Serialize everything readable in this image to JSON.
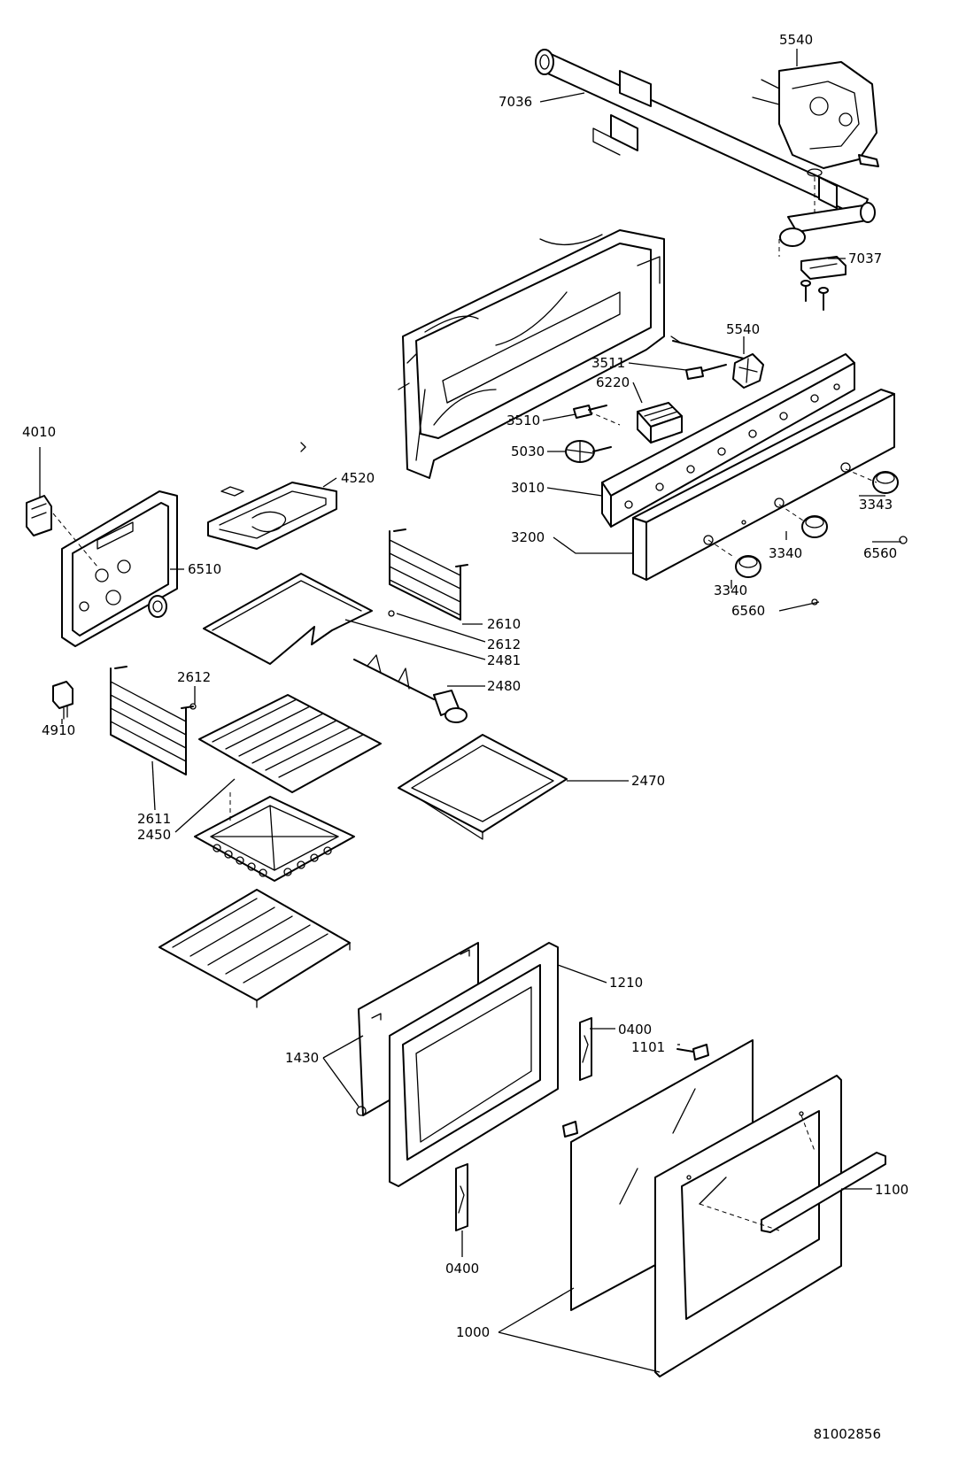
{
  "diagram_code": "81002856",
  "labels": [
    {
      "id": "l-5540-top",
      "text": "5540"
    },
    {
      "id": "l-7036",
      "text": "7036"
    },
    {
      "id": "l-7037",
      "text": "7037"
    },
    {
      "id": "l-5540-mid",
      "text": "5540"
    },
    {
      "id": "l-3511",
      "text": "3511"
    },
    {
      "id": "l-6220",
      "text": "6220"
    },
    {
      "id": "l-3510",
      "text": "3510"
    },
    {
      "id": "l-5030",
      "text": "5030"
    },
    {
      "id": "l-3010",
      "text": "3010"
    },
    {
      "id": "l-3343",
      "text": "3343"
    },
    {
      "id": "l-3200",
      "text": "3200"
    },
    {
      "id": "l-3340-a",
      "text": "3340"
    },
    {
      "id": "l-6560-a",
      "text": "6560"
    },
    {
      "id": "l-3340-b",
      "text": "3340"
    },
    {
      "id": "l-6560-b",
      "text": "6560"
    },
    {
      "id": "l-4010",
      "text": "4010"
    },
    {
      "id": "l-4520",
      "text": "4520"
    },
    {
      "id": "l-6510",
      "text": "6510"
    },
    {
      "id": "l-2610",
      "text": "2610"
    },
    {
      "id": "l-2612-a",
      "text": "2612"
    },
    {
      "id": "l-2481",
      "text": "2481"
    },
    {
      "id": "l-2612-b",
      "text": "2612"
    },
    {
      "id": "l-2480",
      "text": "2480"
    },
    {
      "id": "l-4910",
      "text": "4910"
    },
    {
      "id": "l-2470",
      "text": "2470"
    },
    {
      "id": "l-2611",
      "text": "2611"
    },
    {
      "id": "l-2450",
      "text": "2450"
    },
    {
      "id": "l-1210",
      "text": "1210"
    },
    {
      "id": "l-0400-a",
      "text": "0400"
    },
    {
      "id": "l-1101",
      "text": "1101"
    },
    {
      "id": "l-1430",
      "text": "1430"
    },
    {
      "id": "l-1100",
      "text": "1100"
    },
    {
      "id": "l-0400-b",
      "text": "0400"
    },
    {
      "id": "l-1000",
      "text": "1000"
    }
  ]
}
